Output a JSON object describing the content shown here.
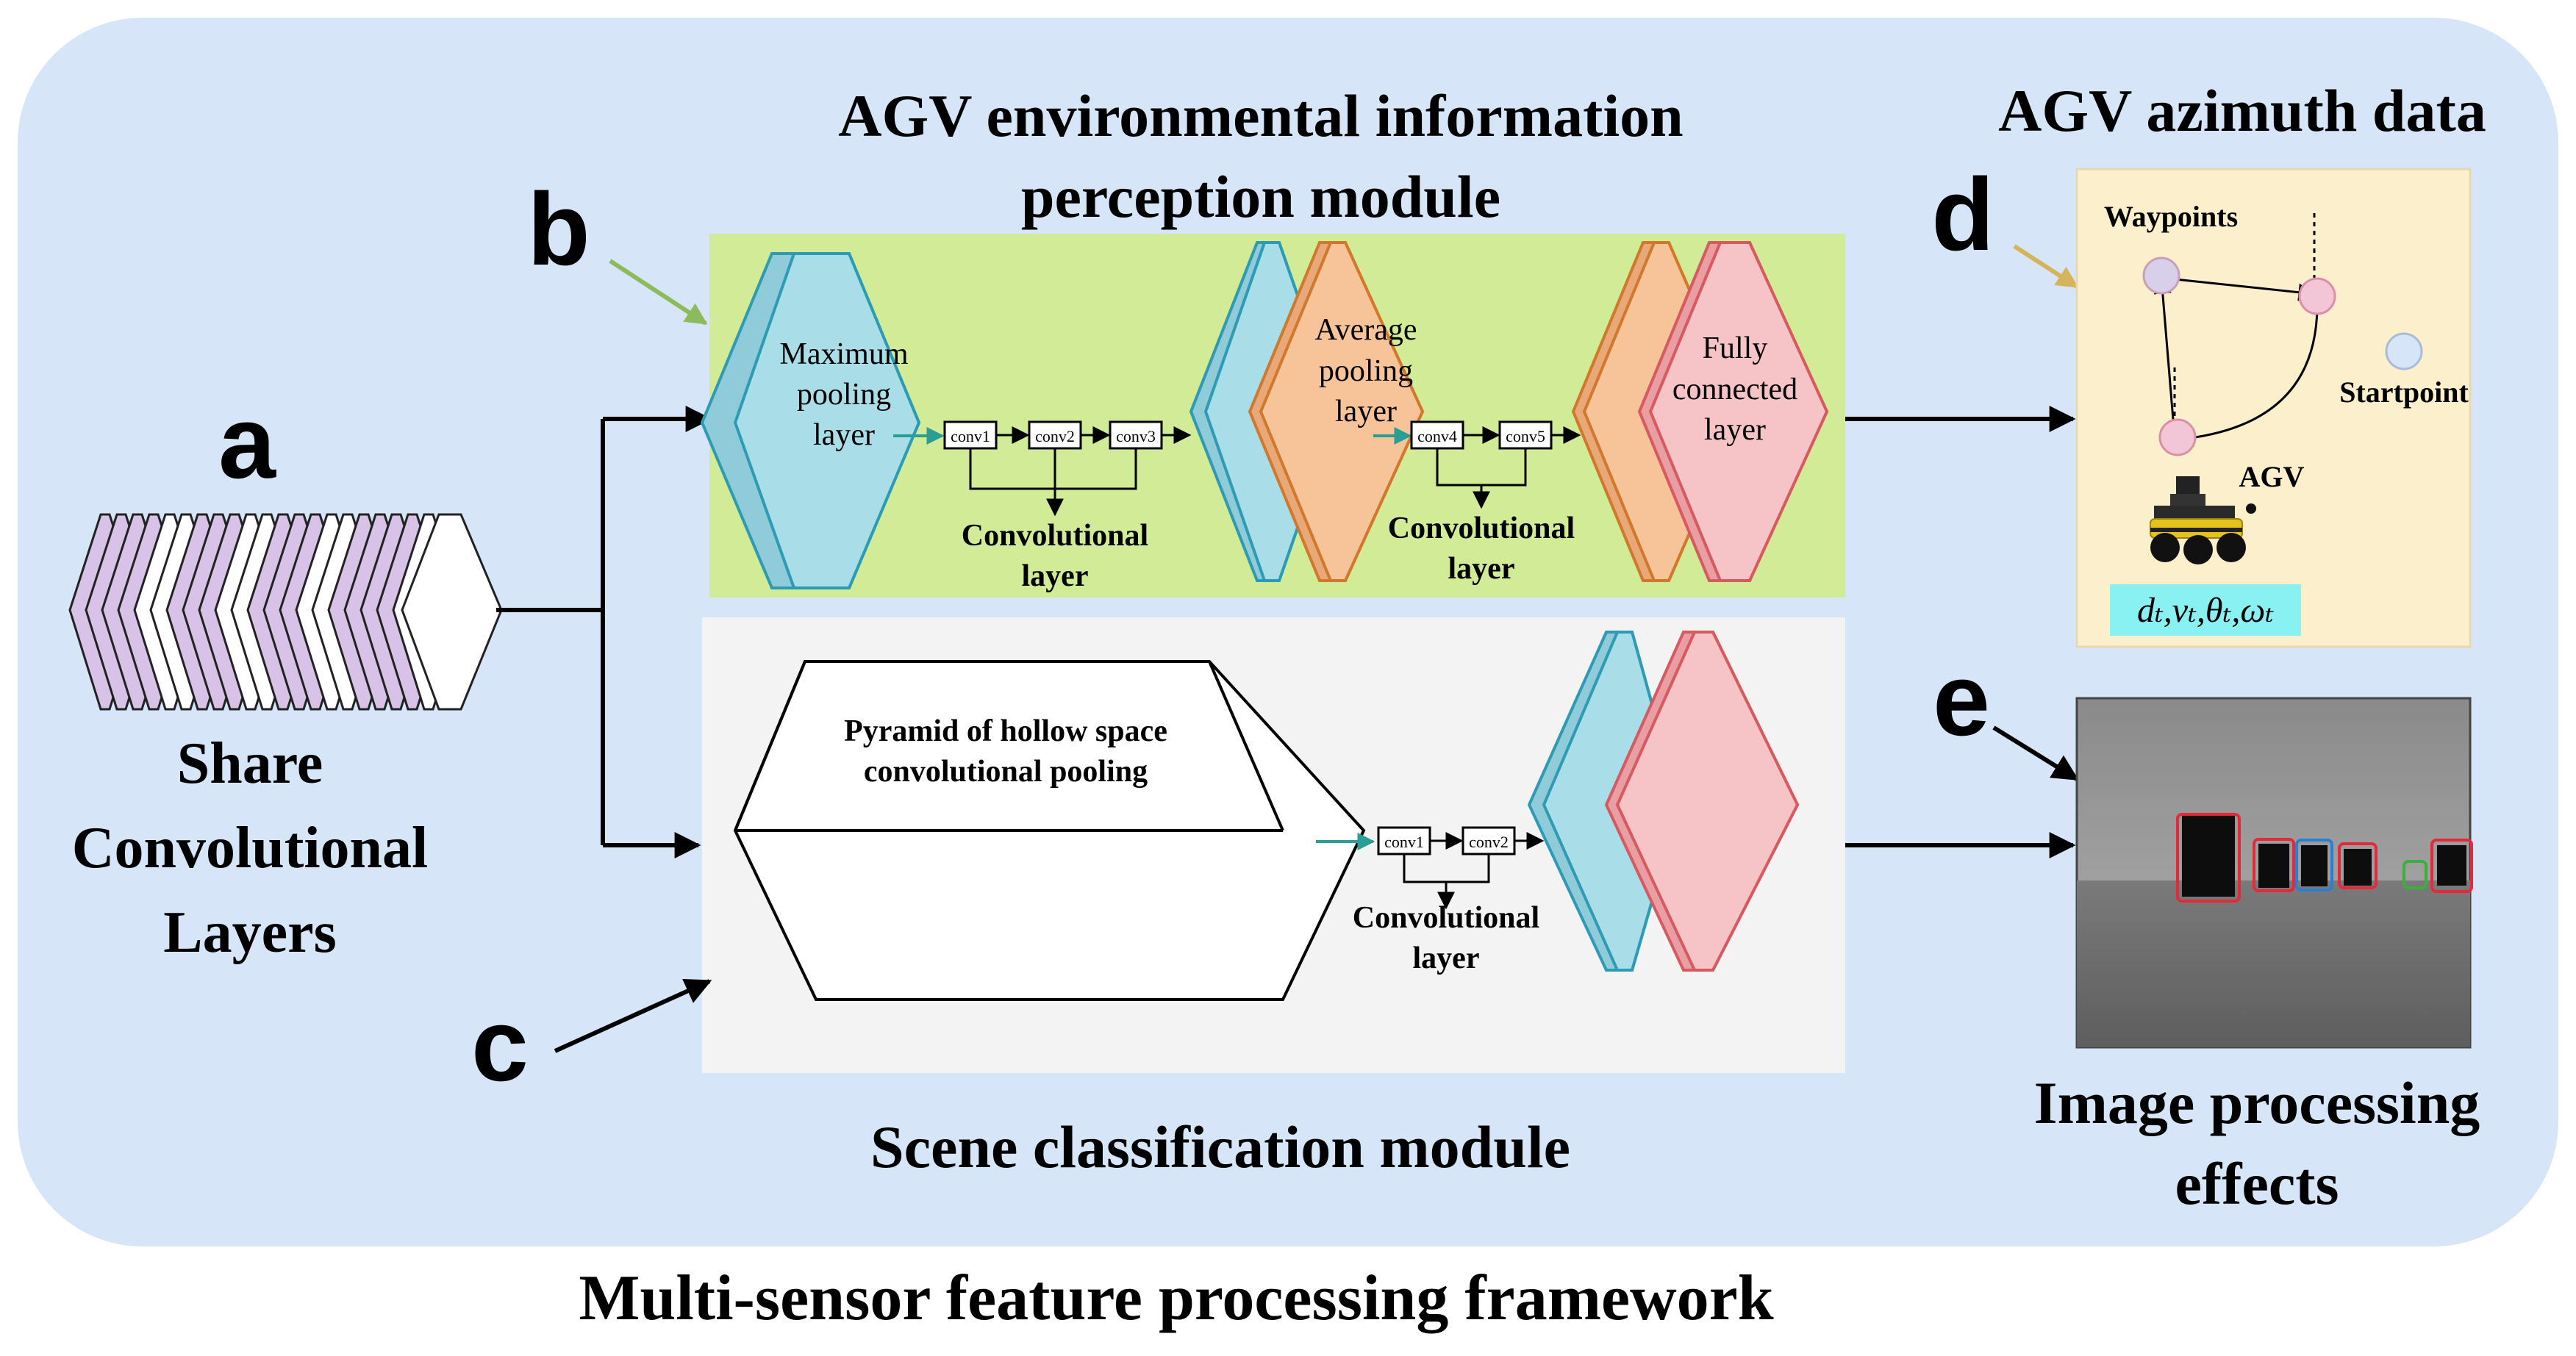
{
  "framework_title": "Multi-sensor feature processing framework",
  "labels": {
    "a": "a",
    "b": "b",
    "c": "c",
    "d": "d",
    "e": "e"
  },
  "shared": {
    "line1": "Share",
    "line2": "Convolutional",
    "line3": "Layers"
  },
  "perception": {
    "title_line1": "AGV environmental information",
    "title_line2": "perception module",
    "max_pool": [
      "Maximum",
      "pooling",
      "layer"
    ],
    "avg_pool": [
      "Average",
      "pooling",
      "layer"
    ],
    "fully_connected": [
      "Fully",
      "connected",
      "layer"
    ],
    "conv_boxes_1": [
      "conv1",
      "conv2",
      "conv3"
    ],
    "conv_boxes_2": [
      "conv4",
      "conv5"
    ],
    "conv_label": [
      "Convolutional",
      "layer"
    ]
  },
  "scene": {
    "title": "Scene classification module",
    "pyramid": [
      "Pyramid of hollow space",
      "convolutional pooling"
    ],
    "conv_boxes": [
      "conv1",
      "conv2"
    ],
    "conv_label": [
      "Convolutional",
      "layer"
    ]
  },
  "azimuth": {
    "title": "AGV azimuth data",
    "waypoints": "Waypoints",
    "startpoint": "Startpoint",
    "agv": "AGV",
    "formula": "dₜ,vₜ,θₜ,ωₜ"
  },
  "image_effects": {
    "line1": "Image processing",
    "line2": "effects"
  },
  "colors": {
    "frame_bg": "#d6e6f8",
    "green_panel": "#d2eb96",
    "gray_panel": "#f3f3f3",
    "cyan_layer": "#a9dde8",
    "orange_layer": "#f7c499",
    "pink_layer": "#f6c4c6",
    "purple_layer": "#d9c2e8",
    "azimuth_panel": "#fcefcc",
    "formula_bg": "#8af1f2"
  }
}
